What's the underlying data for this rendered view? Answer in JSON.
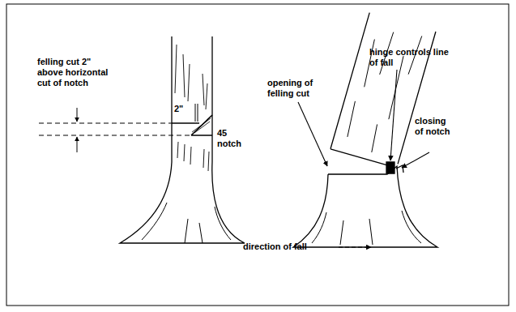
{
  "diagram": {
    "labels": [
      "felling cut 2\" above horizontal cut of notch",
      "2\"",
      "45 notch",
      "opening of felling cut",
      "hinge controls line of fall",
      "closing of notch",
      "direction of fall"
    ]
  }
}
